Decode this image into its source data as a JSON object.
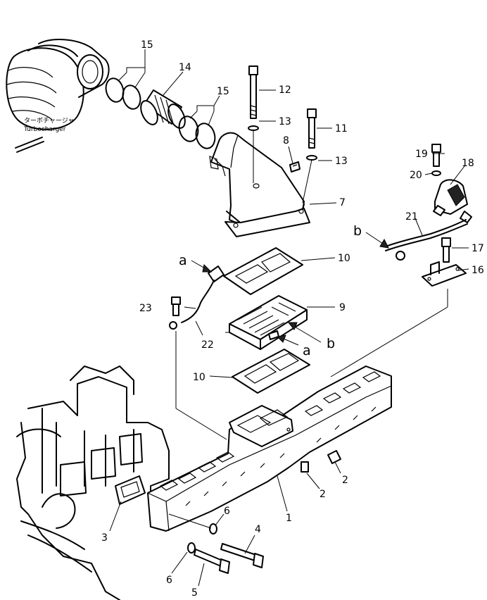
{
  "turbo_label_jp": "ターボチャージャ",
  "turbo_label_en": "Turbocharger",
  "callouts": {
    "c1": "1",
    "c2a": "2",
    "c2b": "2",
    "c3": "3",
    "c4": "4",
    "c5": "5",
    "c6a": "6",
    "c6b": "6",
    "c7": "7",
    "c8": "8",
    "c9": "9",
    "c10a": "10",
    "c10b": "10",
    "c11": "11",
    "c12": "12",
    "c13a": "13",
    "c13b": "13",
    "c14": "14",
    "c15a": "15",
    "c15b": "15",
    "c16": "16",
    "c17": "17",
    "c18": "18",
    "c19": "19",
    "c20": "20",
    "c21": "21",
    "c22": "22",
    "c23": "23"
  },
  "refs": {
    "a1": "a",
    "a2": "a",
    "b1": "b",
    "b2": "b"
  }
}
